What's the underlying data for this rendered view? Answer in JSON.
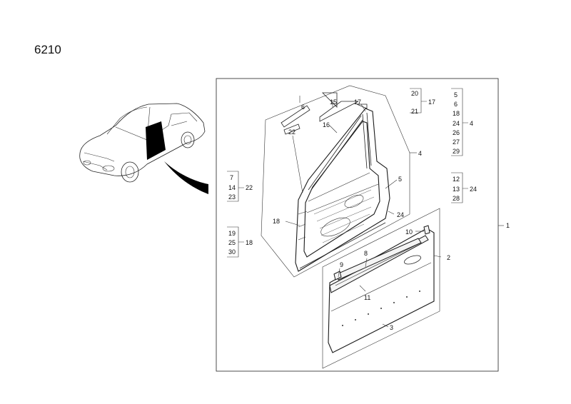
{
  "page_number": "6210",
  "callouts": {
    "c1": "1",
    "c2": "2",
    "c3": "3",
    "c4": "4",
    "c5": "5",
    "c6": "6",
    "c8": "8",
    "c9": "9",
    "c10": "10",
    "c11": "11",
    "c15": "15",
    "c16": "16",
    "c17": "17",
    "c18": "18",
    "c22": "22",
    "c24": "24"
  },
  "groups": {
    "g_top_mid": {
      "items": [
        "20",
        "21"
      ],
      "target": "17"
    },
    "g_top_right": {
      "items": [
        "5",
        "6",
        "18",
        "24",
        "26",
        "27",
        "29"
      ],
      "target": "4"
    },
    "g_left_a": {
      "items": [
        "7",
        "14",
        "23"
      ],
      "target": "22"
    },
    "g_left_b": {
      "items": [
        "19",
        "25",
        "30"
      ],
      "target": "18"
    },
    "g_right_b": {
      "items": [
        "12",
        "13",
        "28"
      ],
      "target": "24"
    }
  }
}
